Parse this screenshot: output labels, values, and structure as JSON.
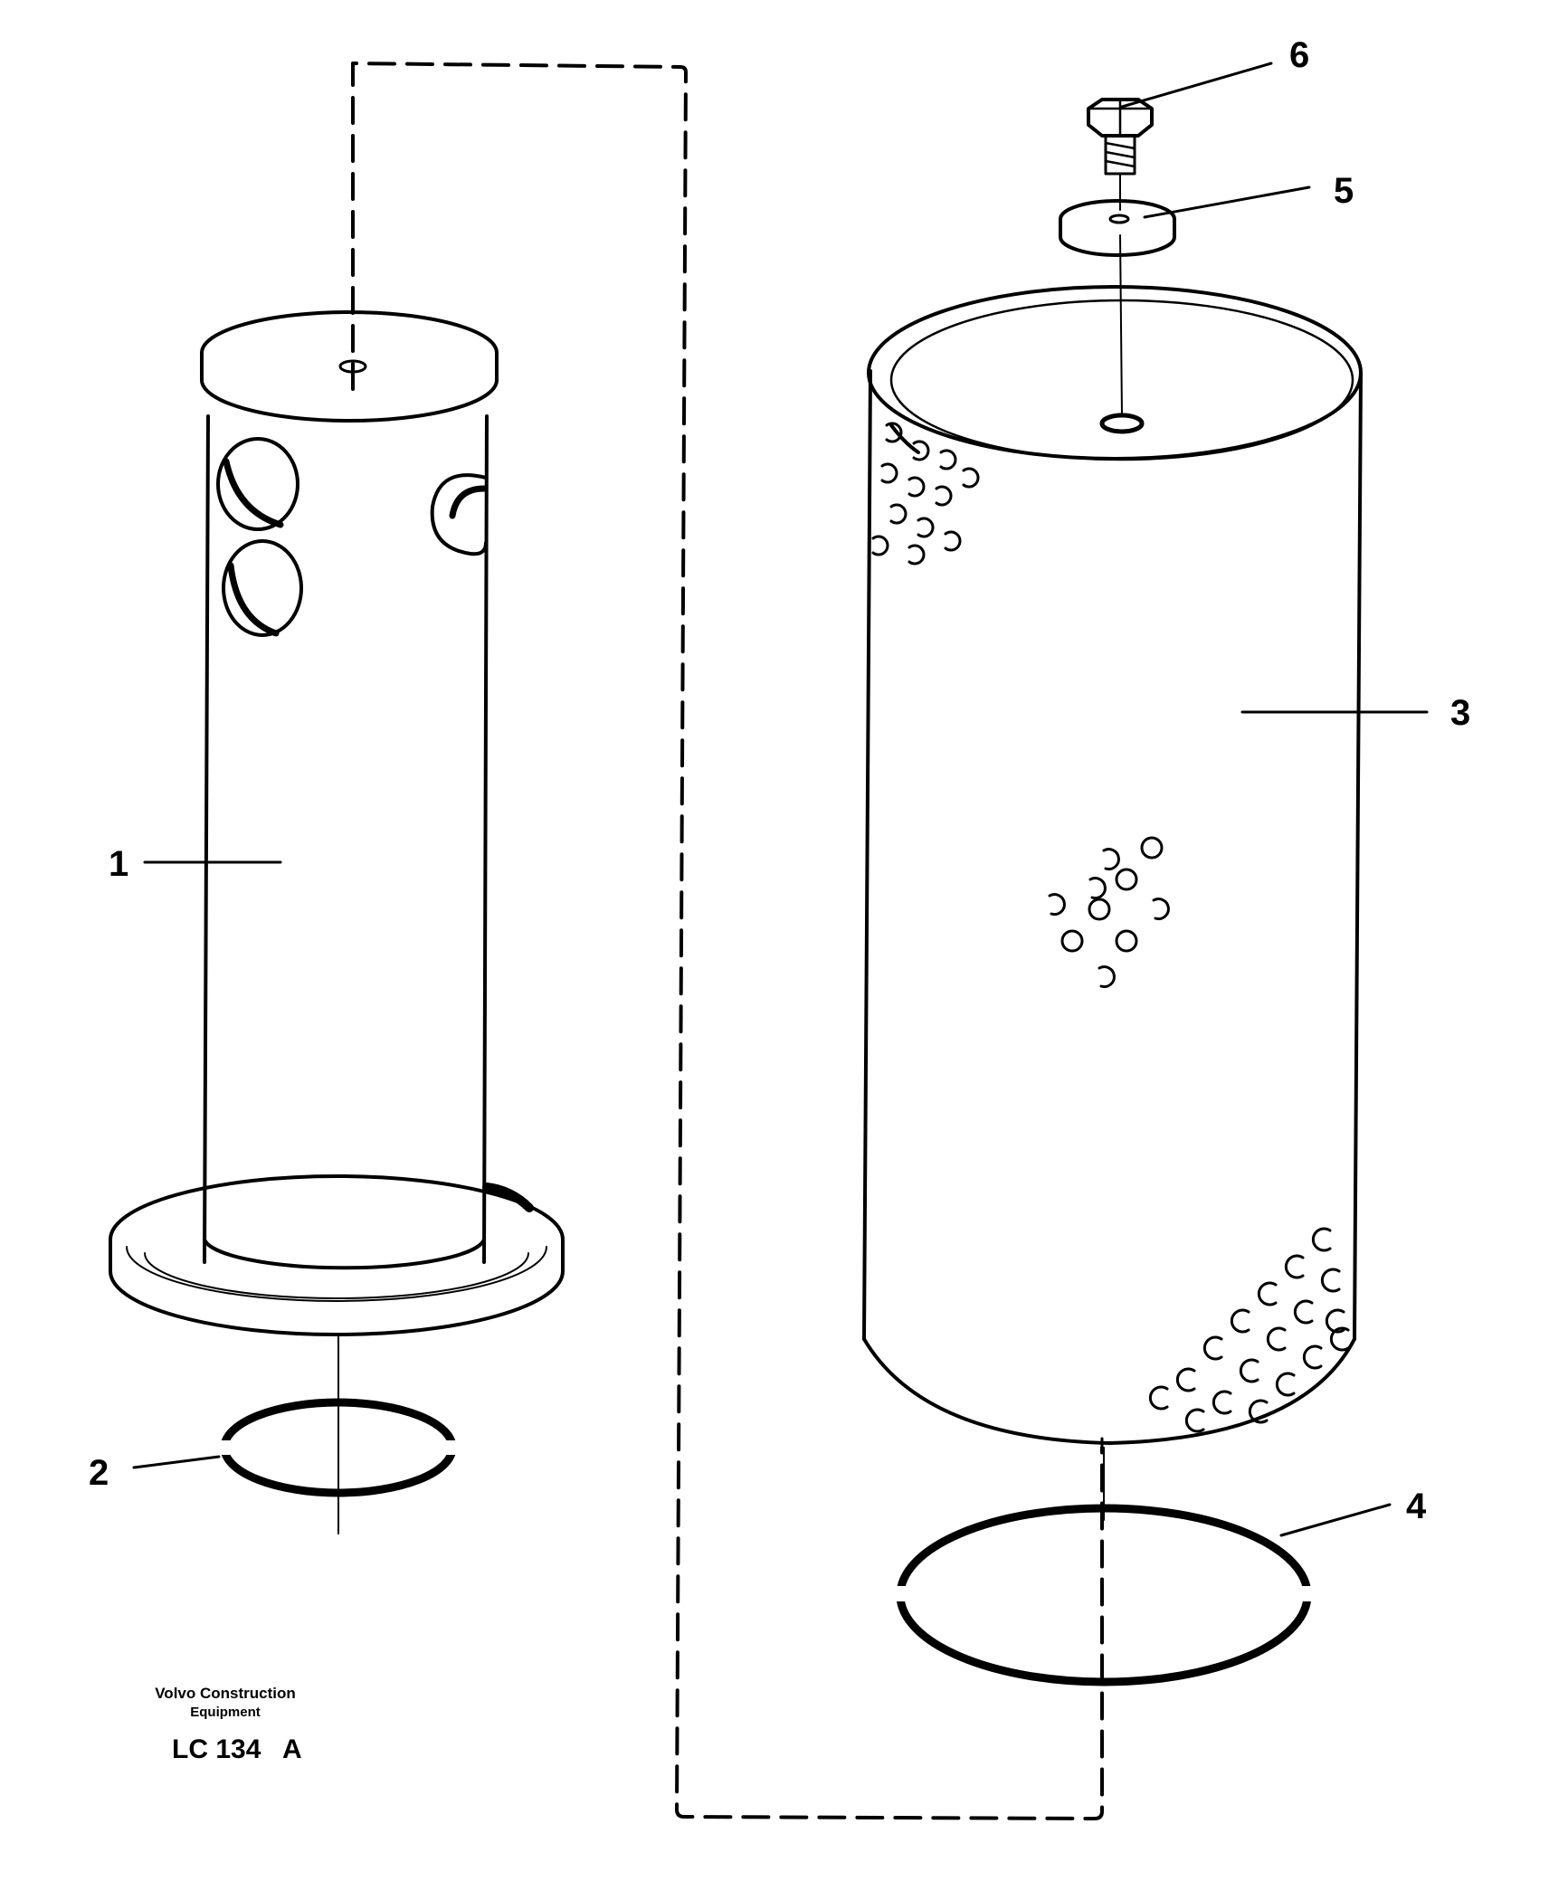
{
  "callouts": {
    "c1": "1",
    "c2": "2",
    "c3": "3",
    "c4": "4",
    "c5": "5",
    "c6": "6"
  },
  "credit": {
    "line1": "Volvo Construction",
    "line2": "Equipment",
    "code": "LC 134",
    "revision": "A"
  }
}
